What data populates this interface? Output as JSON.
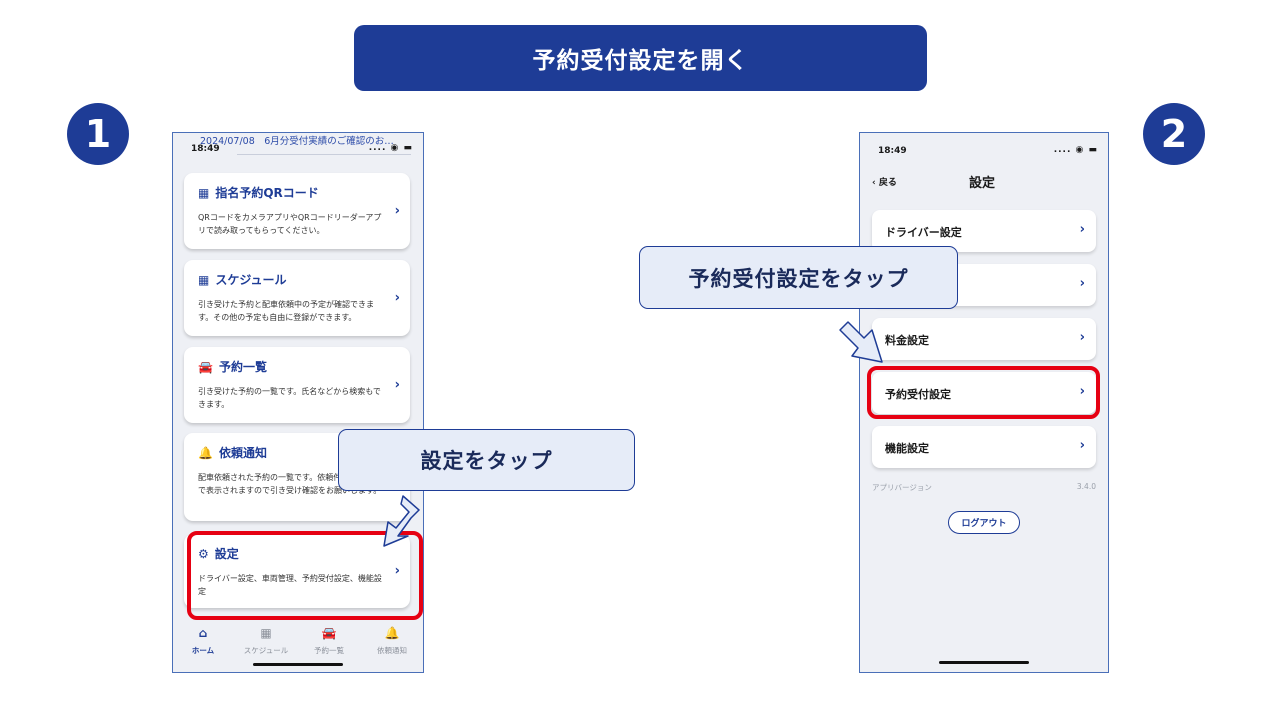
{
  "banner": {
    "title": "予約受付設定を開く"
  },
  "steps": {
    "one": "1",
    "two": "2"
  },
  "phone1": {
    "news": "2024/07/08　6月分受付実績のご確認のお…",
    "status": {
      "time": "18:49",
      "icons": "....  ◉ ▬"
    },
    "cards": [
      {
        "icon": "▦",
        "title": "指名予約QRコード",
        "desc": "QRコードをカメラアプリやQRコードリーダーアプリで読み取ってもらってください。"
      },
      {
        "icon": "▦",
        "title": "スケジュール",
        "desc": "引き受けた予約と配車依頼中の予定が確認できます。その他の予定も自由に登録ができます。"
      },
      {
        "icon": "🚘",
        "title": "予約一覧",
        "desc": "引き受けた予約の一覧です。氏名などから検索もできます。"
      },
      {
        "icon": "🔔",
        "title": "依頼通知",
        "desc": "配車依頼された予約の一覧です。依頼件数はバッジで表示されますので引き受け確認をお願いします。"
      },
      {
        "icon": "⚙",
        "title": "設定",
        "desc": "ドライバー設定、車両管理、予約受付設定、機能設定"
      }
    ],
    "chevron": "›",
    "tabs": [
      {
        "icon": "⌂",
        "label": "ホーム"
      },
      {
        "icon": "▦",
        "label": "スケジュール"
      },
      {
        "icon": "🚘",
        "label": "予約一覧"
      },
      {
        "icon": "🔔",
        "label": "依頼通知"
      }
    ]
  },
  "phone2": {
    "status": {
      "time": "18:49",
      "icons": "....  ◉ ▬"
    },
    "back": "‹ 戻る",
    "title": "設定",
    "rows": [
      {
        "label": "ドライバー設定"
      },
      {
        "label": ""
      },
      {
        "label": "料金設定"
      },
      {
        "label": "予約受付設定"
      },
      {
        "label": "機能設定"
      }
    ],
    "chevron": "›",
    "version_label": "アプリバージョン",
    "version_value": "3.4.0",
    "logout": "ログアウト"
  },
  "callouts": {
    "tap_settings": "設定をタップ",
    "tap_reservation": "予約受付設定をタップ"
  },
  "colors": {
    "brand": "#1e3c96",
    "highlight": "#e60012",
    "callout_bg": "#e6ecf8"
  }
}
